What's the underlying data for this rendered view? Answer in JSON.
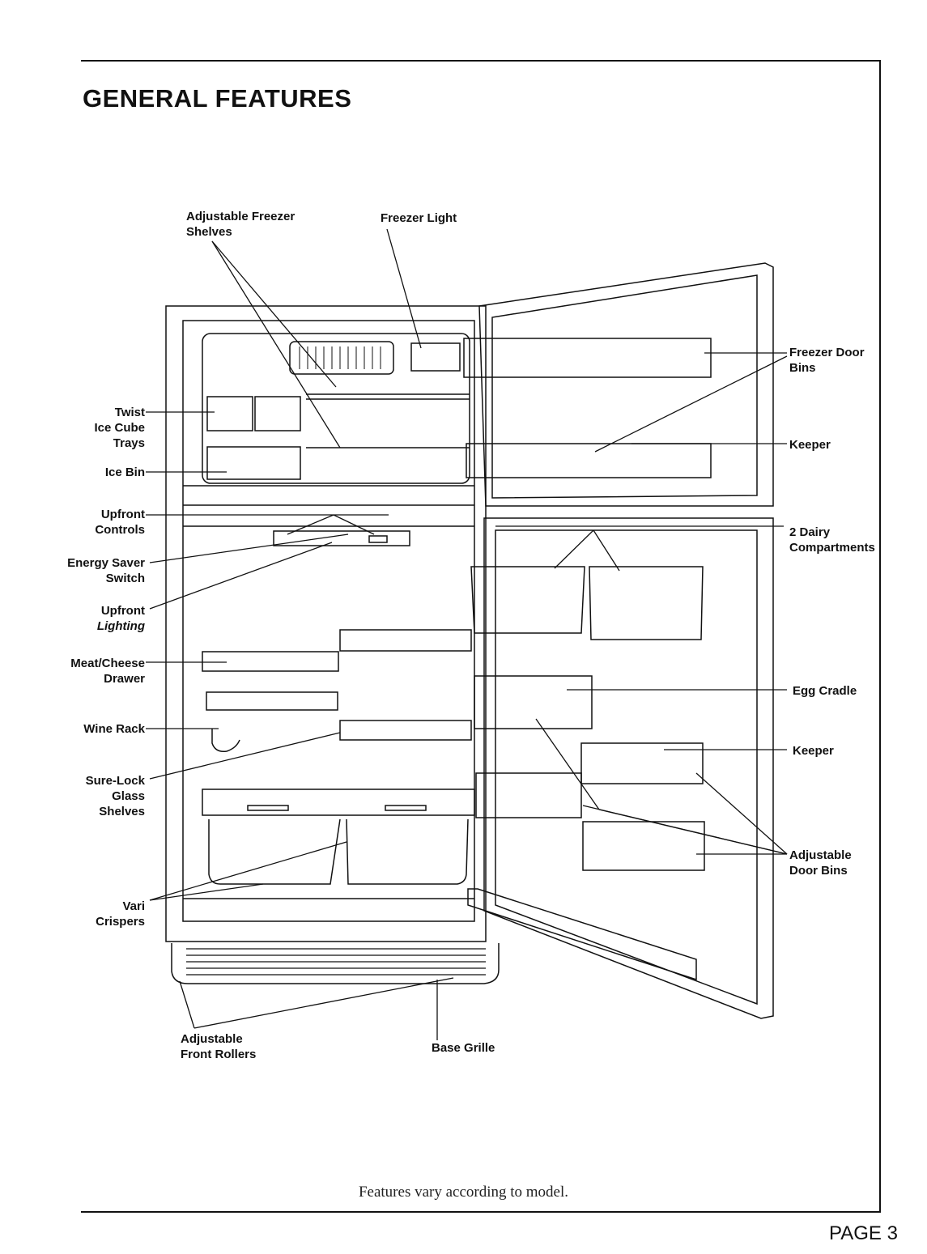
{
  "page": {
    "title": "GENERAL FEATURES",
    "page_number": "PAGE 3",
    "footer": "Features vary according to model."
  },
  "labels": {
    "adjustable_freezer_shelves": [
      "Adjustable Freezer",
      "Shelves"
    ],
    "freezer_light": "Freezer Light",
    "freezer_door_bins": [
      "Freezer Door",
      "Bins"
    ],
    "keeper_top": "Keeper",
    "twist_ice_cube_trays": [
      "Twist",
      "Ice Cube",
      "Trays"
    ],
    "ice_bin": "Ice Bin",
    "upfront_controls": [
      "Upfront",
      "Controls"
    ],
    "energy_saver_switch": [
      "Energy Saver",
      "Switch"
    ],
    "upfront_lighting": [
      "Upfront",
      "Lighting"
    ],
    "meat_cheese_drawer": [
      "Meat/Cheese",
      "Drawer"
    ],
    "wine_rack": "Wine Rack",
    "sure_lock_glass_shelves": [
      "Sure-Lock",
      "Glass",
      "Shelves"
    ],
    "vari_crispers": [
      "Vari",
      "Crispers"
    ],
    "dairy_compartments": [
      "2 Dairy",
      "Compartments"
    ],
    "egg_cradle": "Egg Cradle",
    "keeper_bottom": "Keeper",
    "adjustable_door_bins": [
      "Adjustable",
      "Door Bins"
    ],
    "adjustable_front_rollers": [
      "Adjustable",
      "Front Rollers"
    ],
    "base_grille": "Base Grille"
  }
}
